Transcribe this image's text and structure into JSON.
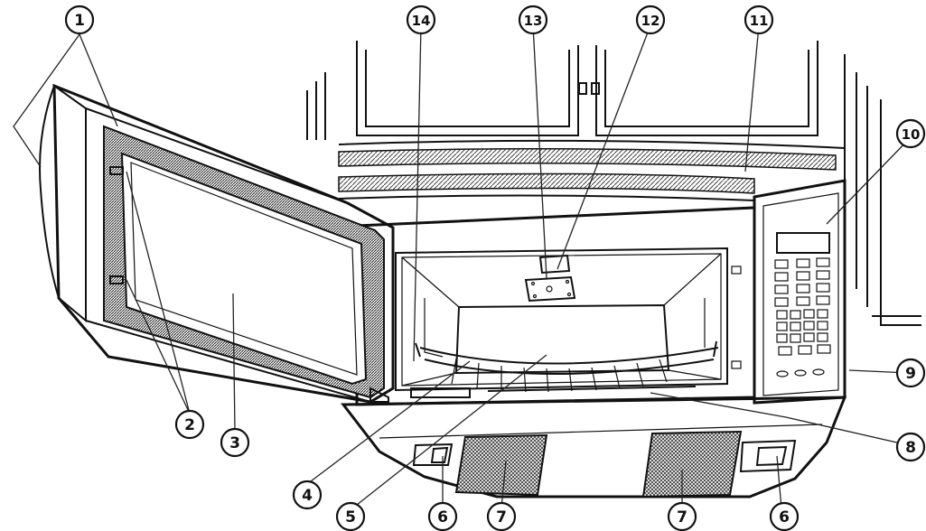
{
  "callouts": [
    {
      "id": "1",
      "label": "1"
    },
    {
      "id": "2",
      "label": "2"
    },
    {
      "id": "3",
      "label": "3"
    },
    {
      "id": "4",
      "label": "4"
    },
    {
      "id": "5",
      "label": "5"
    },
    {
      "id": "6a",
      "label": "6"
    },
    {
      "id": "6b",
      "label": "6"
    },
    {
      "id": "7a",
      "label": "7"
    },
    {
      "id": "7b",
      "label": "7"
    },
    {
      "id": "8",
      "label": "8"
    },
    {
      "id": "9",
      "label": "9"
    },
    {
      "id": "10",
      "label": "10"
    },
    {
      "id": "11",
      "label": "11"
    },
    {
      "id": "12",
      "label": "12"
    },
    {
      "id": "13",
      "label": "13"
    },
    {
      "id": "14",
      "label": "14"
    }
  ],
  "colors": {
    "line": "#111111",
    "background": "#ffffff"
  }
}
